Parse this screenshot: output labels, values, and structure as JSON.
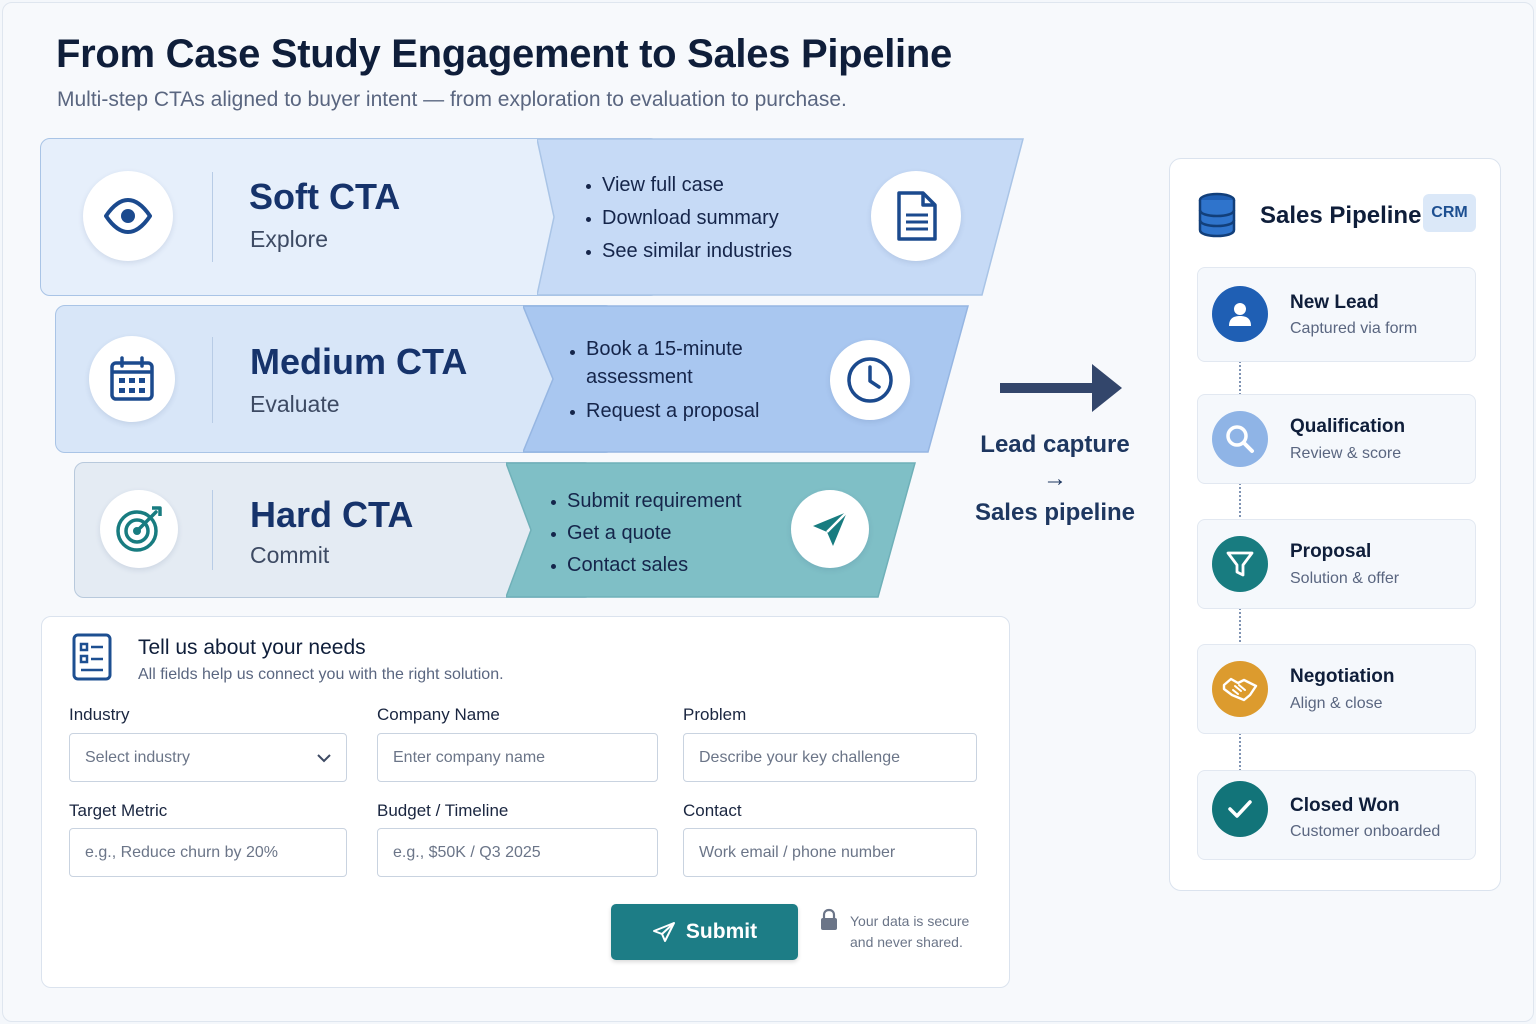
{
  "title": "From Case Study Engagement to Sales Pipeline",
  "subtitle": "Multi-step CTAs aligned to buyer intent — from exploration to evaluation to purchase.",
  "bands": [
    {
      "title": "Soft CTA",
      "sub": "Explore",
      "icon": "eye-icon",
      "side_icon": "document-icon",
      "bullets": [
        "View full case",
        "Download summary",
        "See similar industries"
      ]
    },
    {
      "title": "Medium CTA",
      "sub": "Evaluate",
      "icon": "calendar-icon",
      "side_icon": "clock-icon",
      "bullets": [
        "Book a 15-minute assessment",
        "Request a proposal"
      ]
    },
    {
      "title": "Hard CTA",
      "sub": "Commit",
      "icon": "target-icon",
      "side_icon": "paper-plane-icon",
      "bullets": [
        "Submit requirement",
        "Get a quote",
        "Contact sales"
      ]
    }
  ],
  "flow": {
    "line1": "Lead capture",
    "arrow": "→",
    "line2": "Sales pipeline"
  },
  "pipeline": {
    "title": "Sales Pipeline",
    "badge": "CRM",
    "stages": [
      {
        "name": "New Lead",
        "desc": "Captured via form",
        "icon": "user-icon",
        "color": "#1f5fb4"
      },
      {
        "name": "Qualification",
        "desc": "Review & score",
        "icon": "search-icon",
        "color": "#8fb4e6"
      },
      {
        "name": "Proposal",
        "desc": "Solution & offer",
        "icon": "filter-icon",
        "color": "#187c80"
      },
      {
        "name": "Negotiation",
        "desc": "Align & close",
        "icon": "handshake-icon",
        "color": "#dc9b2e"
      },
      {
        "name": "Closed Won",
        "desc": "Customer onboarded",
        "icon": "check-icon",
        "color": "#127479"
      }
    ]
  },
  "form": {
    "title": "Tell us about your needs",
    "sub": "All fields help us connect you with the right solution.",
    "fields": [
      {
        "label": "Industry",
        "placeholder": "Select industry"
      },
      {
        "label": "Company Name",
        "placeholder": "Enter company name"
      },
      {
        "label": "Problem",
        "placeholder": "Describe your key challenge"
      },
      {
        "label": "Target Metric",
        "placeholder": "e.g., Reduce churn by 20%"
      },
      {
        "label": "Budget / Timeline",
        "placeholder": "e.g., $50K / Q3 2025"
      },
      {
        "label": "Contact",
        "placeholder": "Work email / phone number"
      }
    ],
    "submit": "Submit",
    "secure_line1": "Your data is secure",
    "secure_line2": "and never shared."
  }
}
